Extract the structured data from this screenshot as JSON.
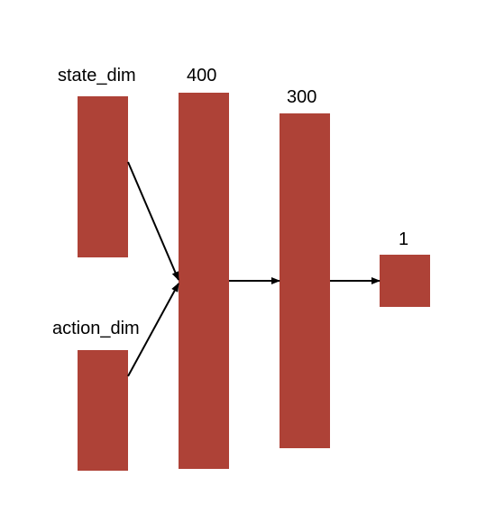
{
  "colors": {
    "block": "#ae4237",
    "arrow": "#000000",
    "background": "#ffffff"
  },
  "layers": {
    "state": {
      "label": "state_dim"
    },
    "action": {
      "label": "action_dim"
    },
    "hidden1": {
      "label": "400"
    },
    "hidden2": {
      "label": "300"
    },
    "output": {
      "label": "1"
    }
  }
}
